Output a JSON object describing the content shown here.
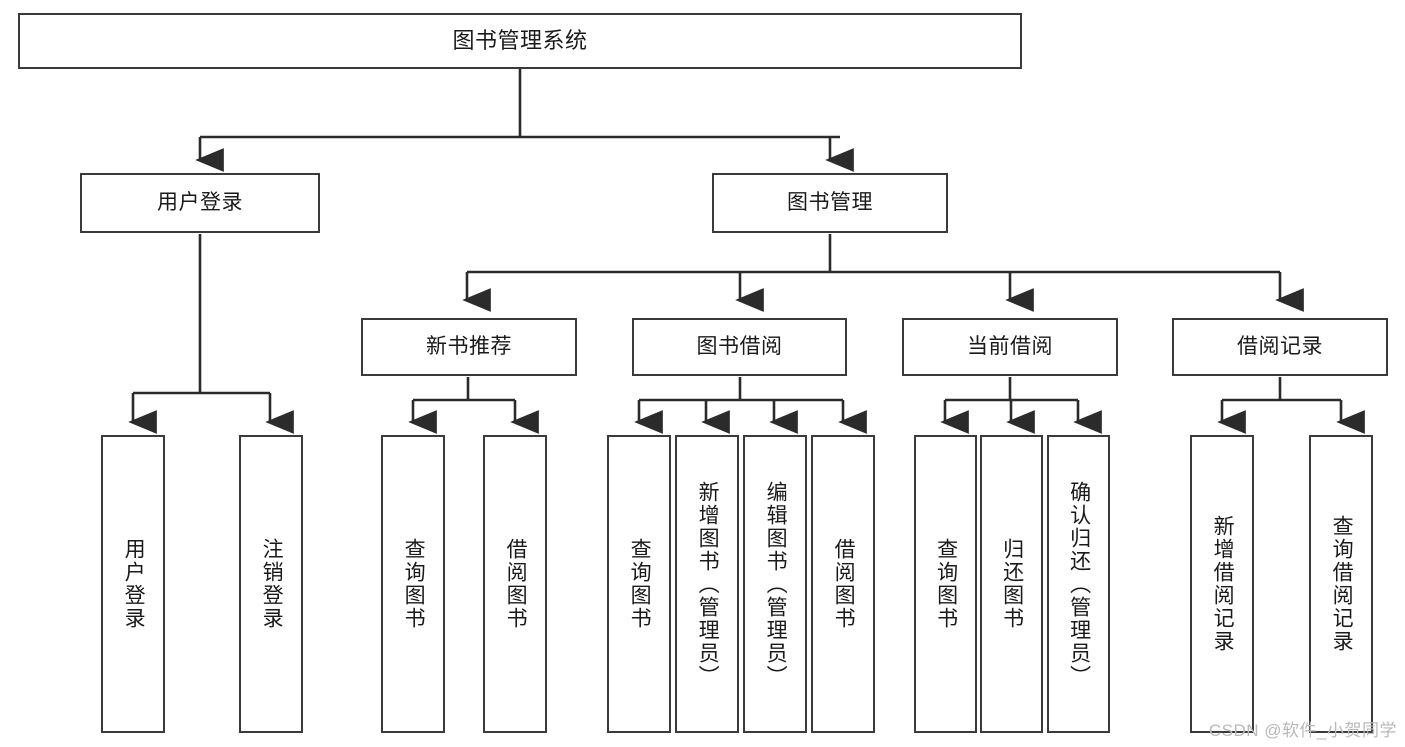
{
  "diagram": {
    "title": "图书管理系统",
    "type": "hierarchy-tree",
    "colors": {
      "background": "#ffffff",
      "box_border": "#3a3a3a",
      "box_fill": "#ffffff",
      "text": "#1a1a1a",
      "connector": "#2b2b2b",
      "watermark": "#b9b9b9"
    },
    "root": {
      "label": "图书管理系统"
    },
    "level1": [
      {
        "label": "用户登录"
      },
      {
        "label": "图书管理"
      }
    ],
    "level2": [
      {
        "label": "新书推荐"
      },
      {
        "label": "图书借阅"
      },
      {
        "label": "当前借阅"
      },
      {
        "label": "借阅记录"
      }
    ],
    "leaves": {
      "user_login": [
        {
          "label": "用户登录"
        },
        {
          "label": "注销登录"
        }
      ],
      "new_book_recommend": [
        {
          "label": "查询图书"
        },
        {
          "label": "借阅图书"
        }
      ],
      "book_borrow": [
        {
          "label": "查询图书"
        },
        {
          "label": "新增图书（管理员）"
        },
        {
          "label": "编辑图书（管理员）"
        },
        {
          "label": "借阅图书"
        }
      ],
      "current_borrow": [
        {
          "label": "查询图书"
        },
        {
          "label": "归还图书"
        },
        {
          "label": "确认归还（管理员）"
        }
      ],
      "borrow_record": [
        {
          "label": "新增借阅记录"
        },
        {
          "label": "查询借阅记录"
        }
      ]
    }
  },
  "watermark": {
    "text": "CSDN @软件_小贺同学"
  }
}
